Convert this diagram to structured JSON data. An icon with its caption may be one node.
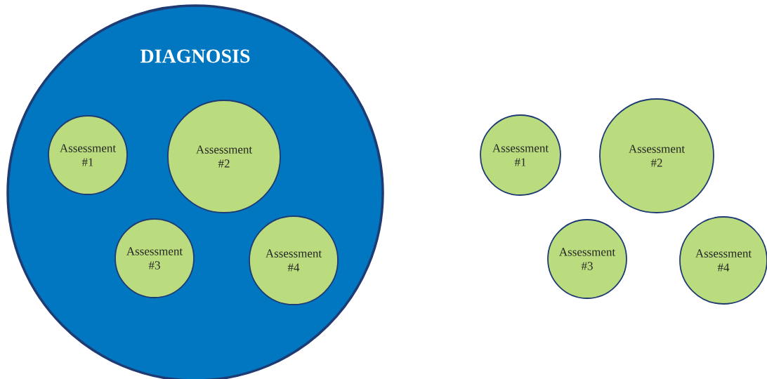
{
  "diagram": {
    "nodes": [
      {
        "text": [
          "DIAGNOSIS"
        ]
      },
      {
        "text": [
          "Assessment #1"
        ],
        "in": 0
      },
      {
        "text": [
          "Assessment #2"
        ],
        "in": 0
      },
      {
        "text": [
          "Assessment #3"
        ],
        "in": 0
      },
      {
        "text": [
          "Assessment #4"
        ],
        "in": 0
      },
      {
        "text": [
          "Assessment #1"
        ]
      },
      {
        "text": [
          "Assessment #2"
        ]
      },
      {
        "text": [
          "Assessment #3"
        ]
      },
      {
        "text": [
          "Assessment #4"
        ]
      }
    ]
  }
}
